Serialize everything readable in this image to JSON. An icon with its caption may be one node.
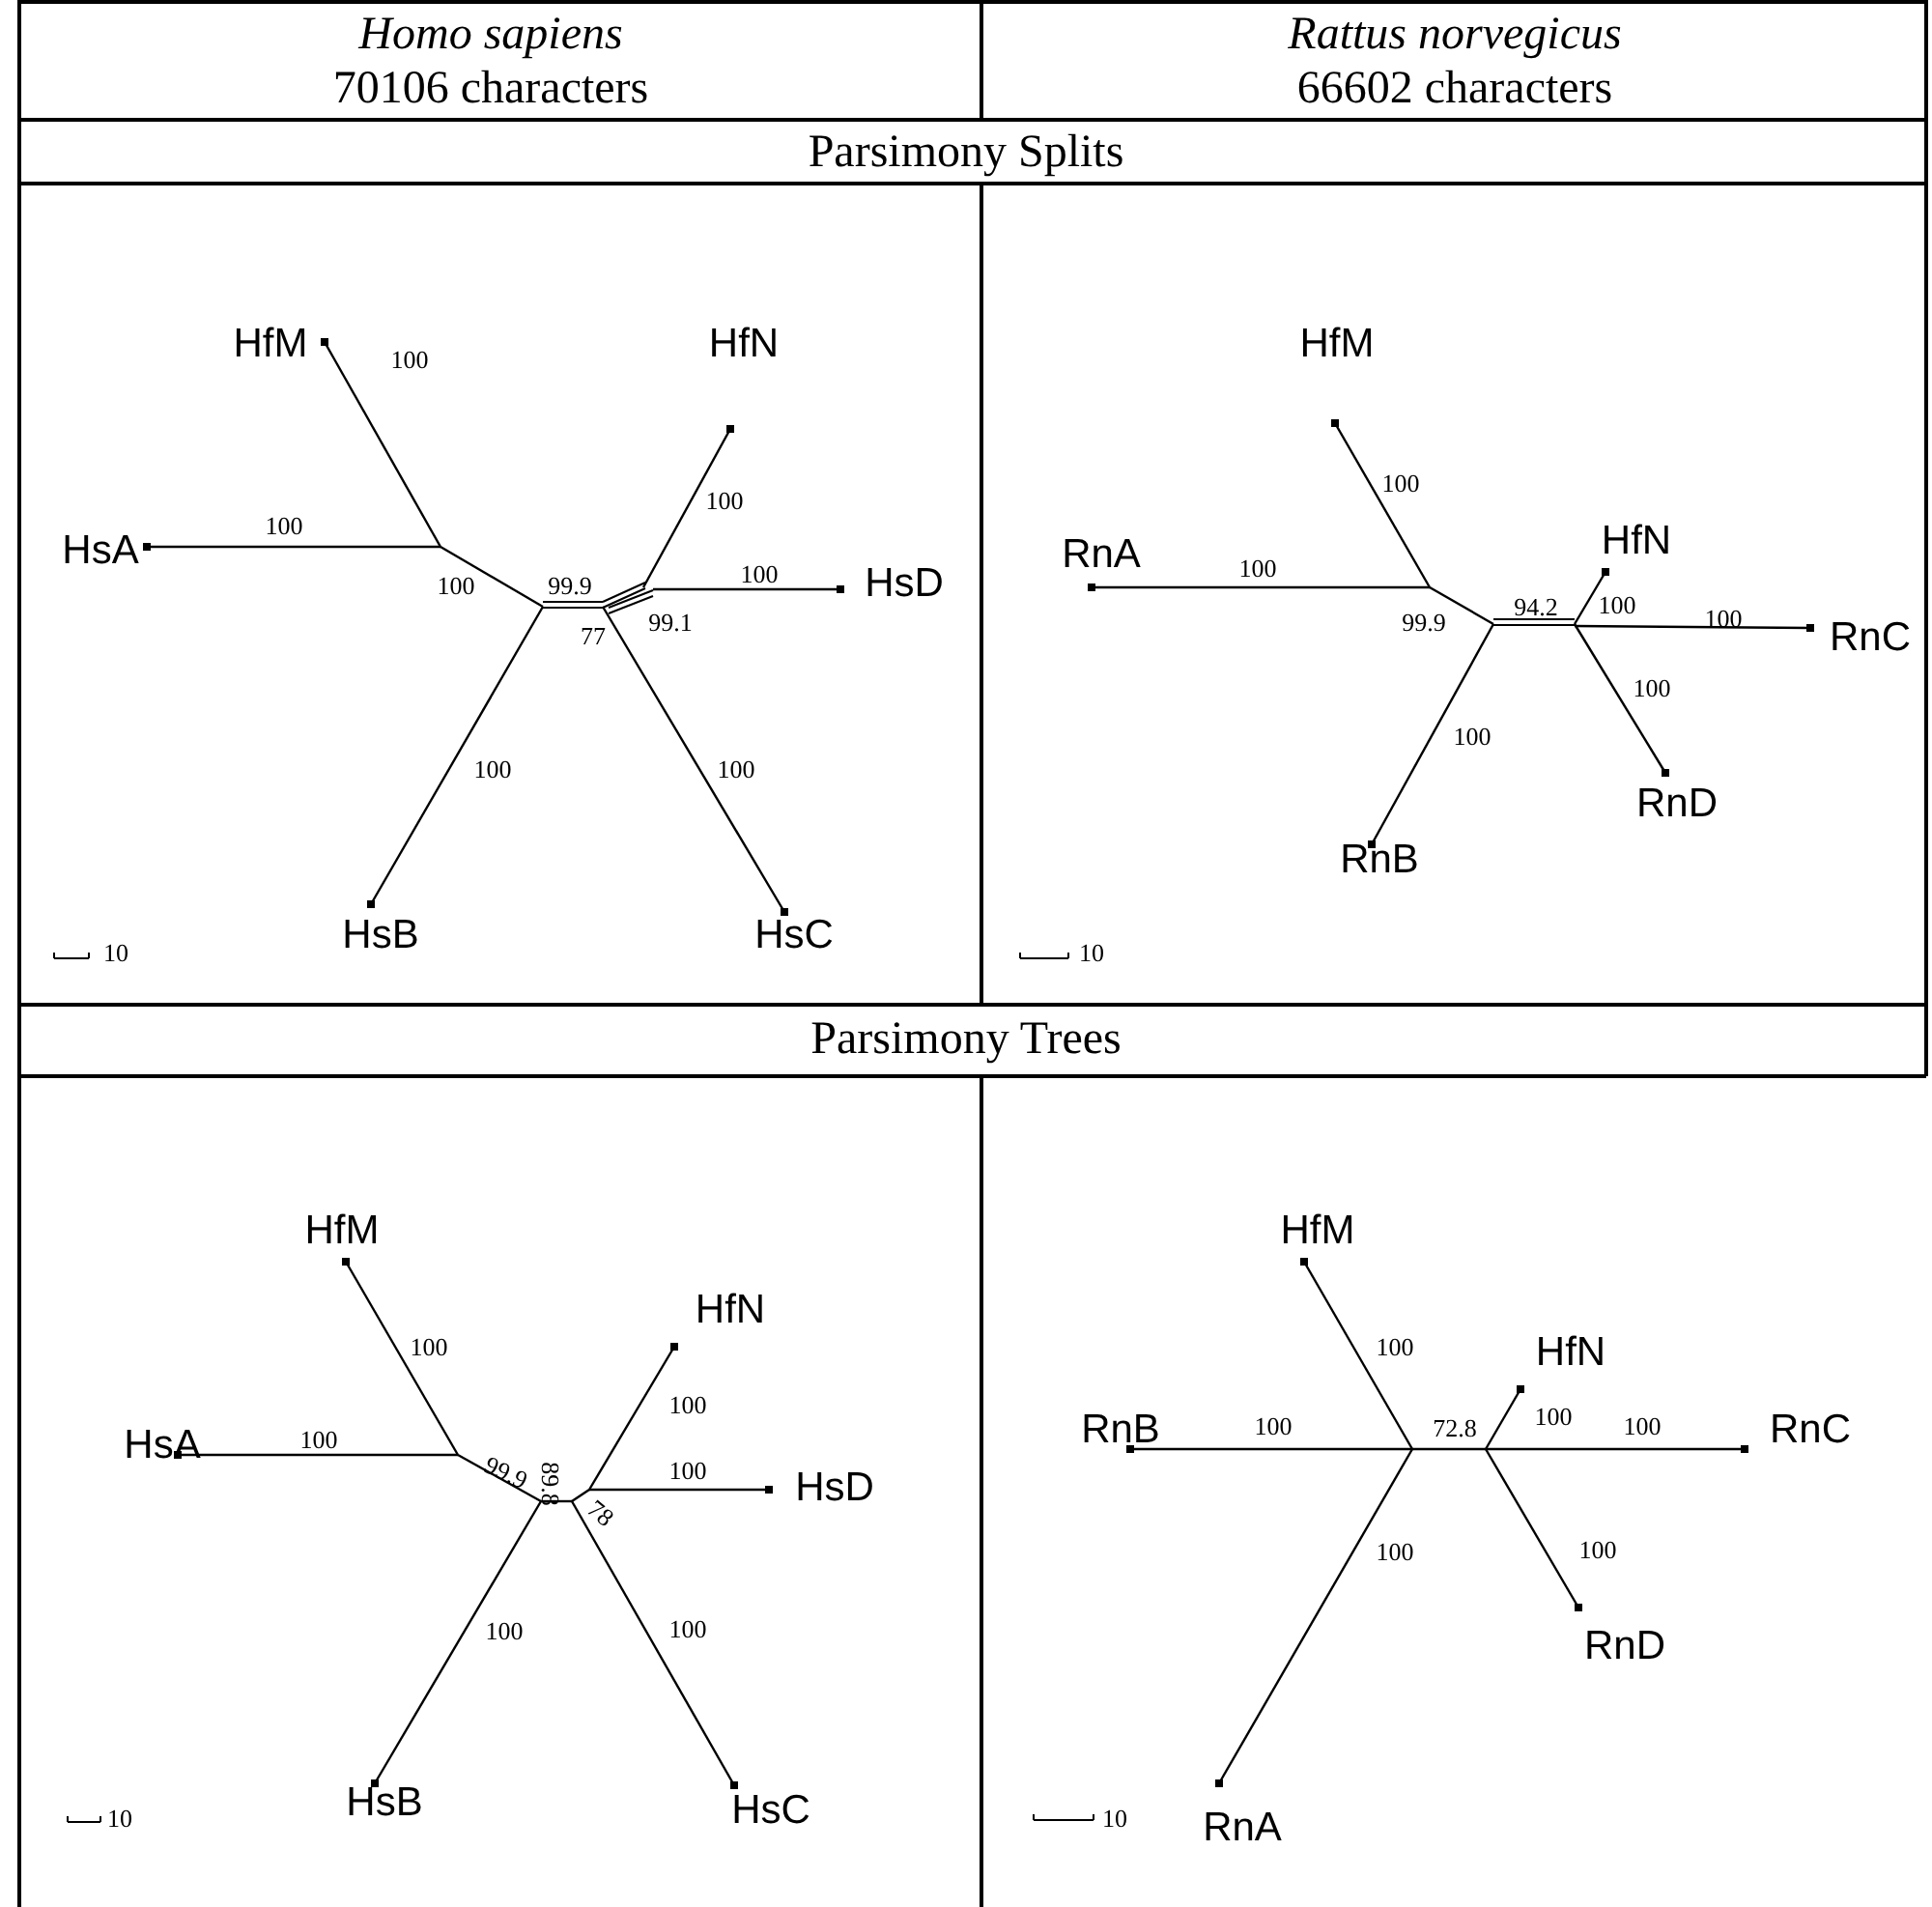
{
  "diagram": {
    "labels": [
      "Homo sapiens",
      "70106 characters",
      "Rattus norvegicus",
      "66602 characters",
      "Parsimony Splits",
      "HfM",
      "HfN",
      "100",
      "100",
      "100",
      "HsA",
      "100",
      "HsD",
      "100",
      "99.9",
      "99.1",
      "77",
      "100",
      "100",
      "HsB",
      "HsC",
      "10",
      "HfM",
      "100",
      "HfN",
      "RnA",
      "100",
      "94.2",
      "100",
      "100",
      "99.9",
      "RnC",
      "100",
      "100",
      "RnD",
      "RnB",
      "10",
      "Parsimony Trees",
      "HfM",
      "HfN",
      "100",
      "100",
      "100",
      "HsA",
      "100",
      "99.9",
      "89.8",
      "HsD",
      "78",
      "100",
      "100",
      "HsB",
      "HsC",
      "10",
      "HfM",
      "100",
      "HfN",
      "100",
      "100",
      "100",
      "72.8",
      "RnB",
      "RnC",
      "100",
      "100",
      "RnD",
      "RnA",
      "10"
    ]
  }
}
